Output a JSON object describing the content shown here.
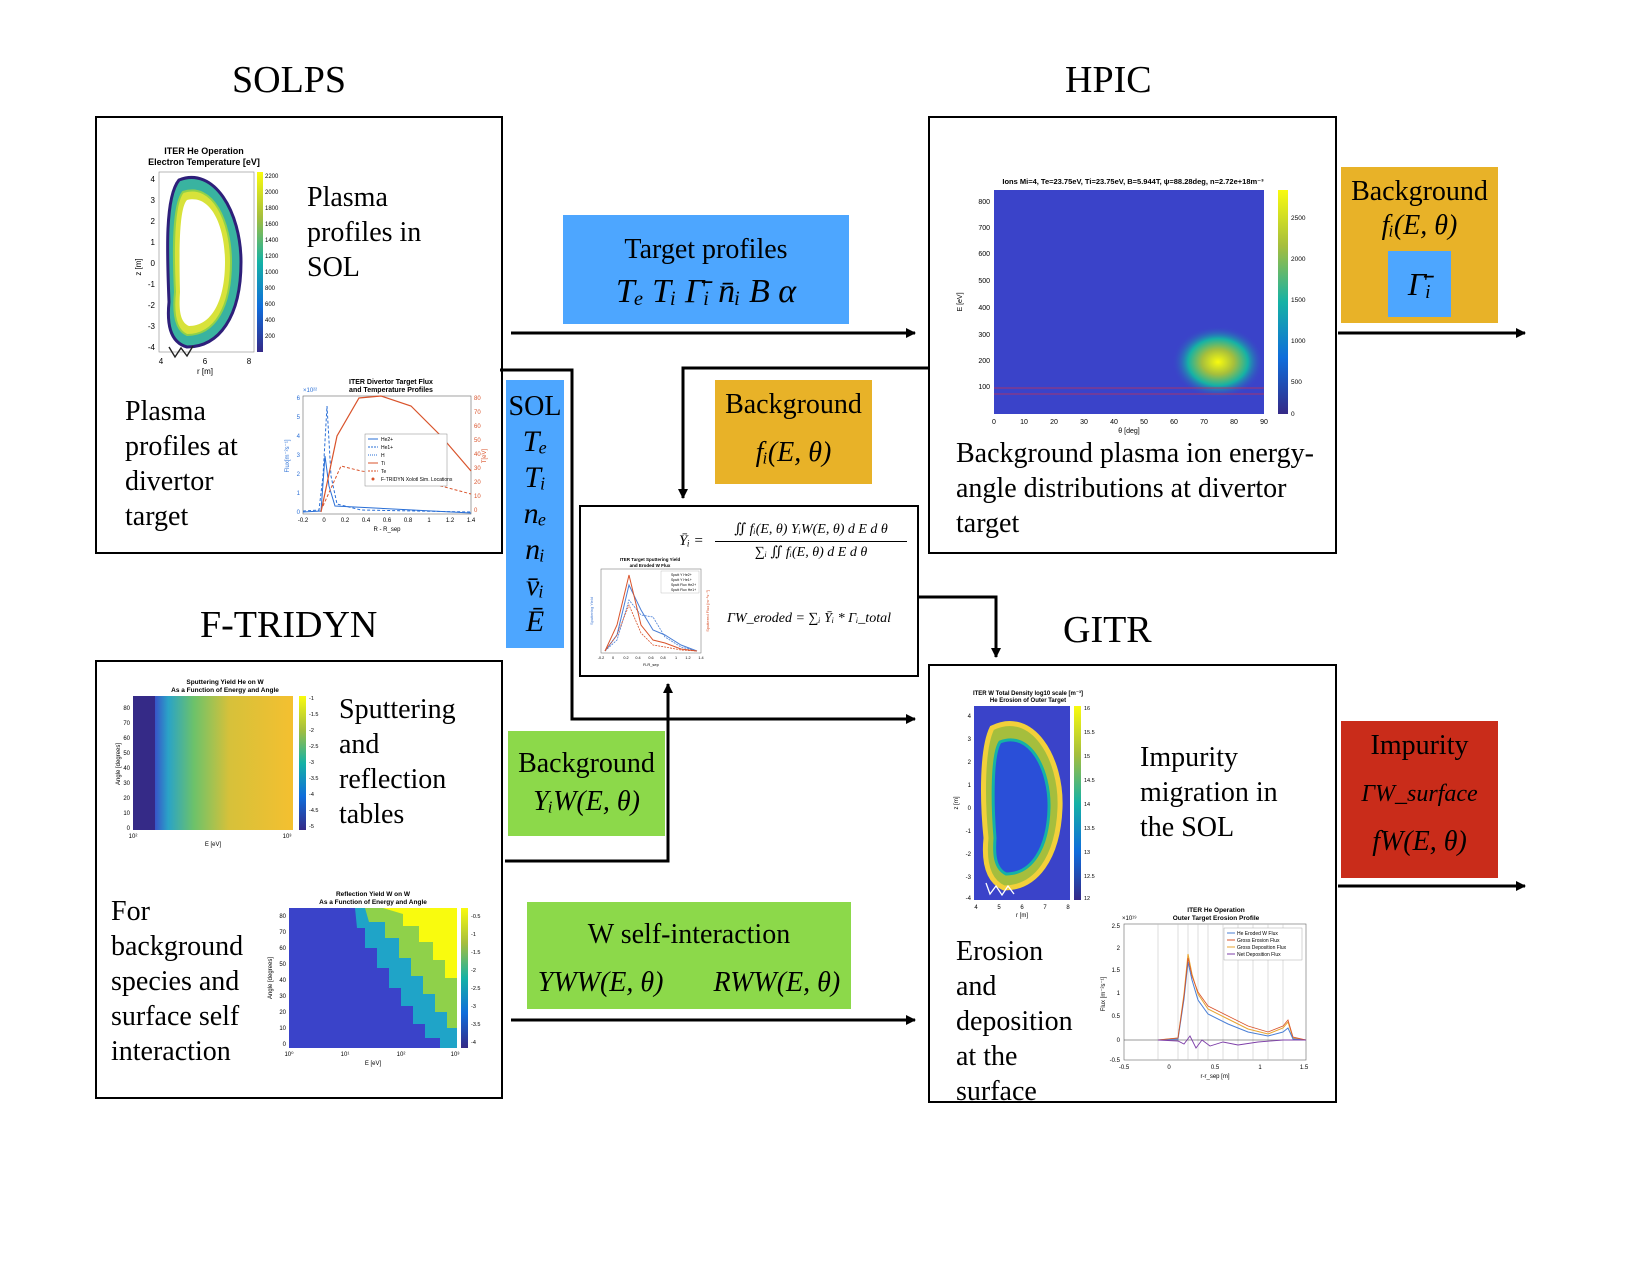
{
  "solps": {
    "title": "SOLPS",
    "text_sol": "Plasma profiles in SOL",
    "text_target": "Plasma profiles at divertor target",
    "plot_temp": {
      "title1": "ITER He Operation",
      "title2": "Electron Temperature [eV]",
      "ylabel": "z [m]",
      "xlabel": "r [m]",
      "yticks": [
        "4",
        "3",
        "2",
        "1",
        "0",
        "-1",
        "-2",
        "-3",
        "-4"
      ],
      "xticks": [
        "4",
        "6",
        "8"
      ],
      "cbar": [
        "2200",
        "2000",
        "1800",
        "1600",
        "1400",
        "1200",
        "1000",
        "800",
        "600",
        "400",
        "200"
      ]
    },
    "plot_flux": {
      "title1": "ITER Divertor Target Flux",
      "title2": "and Temperature Profiles",
      "exponent": "×10²²",
      "ylabel_left": "Flux[m⁻²s⁻¹]",
      "ylabel_right": "T[eV]",
      "xlabel": "R - R_sep",
      "yticks_left": [
        "6",
        "5",
        "4",
        "3",
        "2",
        "1",
        "0"
      ],
      "yticks_right": [
        "80",
        "70",
        "60",
        "50",
        "40",
        "30",
        "20",
        "10",
        "0"
      ],
      "xticks": [
        "-0.2",
        "0",
        "0.2",
        "0.4",
        "0.6",
        "0.8",
        "1",
        "1.2",
        "1.4"
      ],
      "legend": [
        "He2+",
        "He1+",
        "H",
        "Ti",
        "Te",
        "F-TRIDYN Xolotl Sim. Locations"
      ]
    }
  },
  "hpic": {
    "title": "HPIC",
    "text": "Background plasma ion energy-angle distributions at divertor target",
    "plot": {
      "title": "Ions Mi=4, Te=23.75eV, Ti=23.75eV, B=5.944T, ψ=88.28deg, n=2.72e+18m⁻³",
      "ylabel": "E [eV]",
      "xlabel": "θ [deg]",
      "yticks": [
        "800",
        "700",
        "600",
        "500",
        "400",
        "300",
        "200",
        "100"
      ],
      "xticks": [
        "0",
        "10",
        "20",
        "30",
        "40",
        "50",
        "60",
        "70",
        "80",
        "90"
      ],
      "cbar": [
        "2500",
        "2000",
        "1500",
        "1000",
        "500",
        "0"
      ]
    }
  },
  "ftridyn": {
    "title": "F-TRIDYN",
    "text_tables": "Sputtering and reflection tables",
    "text_background": "For background species and surface self interaction",
    "plot_sputter": {
      "title1": "Sputtering Yield He on W",
      "title2": "As a Function of Energy and Angle",
      "ylabel": "Angle [degrees]",
      "xlabel": "E [eV]",
      "yticks": [
        "80",
        "70",
        "60",
        "50",
        "40",
        "30",
        "20",
        "10",
        "0"
      ],
      "xticks": [
        "10²",
        "10³"
      ],
      "cbar": [
        "-1",
        "-1.5",
        "-2",
        "-2.5",
        "-3",
        "-3.5",
        "-4",
        "-4.5",
        "-5"
      ]
    },
    "plot_reflect": {
      "title1": "Reflection Yield W on W",
      "title2": "As a Function of Energy and Angle",
      "ylabel": "Angle [degrees]",
      "xlabel": "E [eV]",
      "yticks": [
        "80",
        "70",
        "60",
        "50",
        "40",
        "30",
        "20",
        "10",
        "0"
      ],
      "xticks": [
        "10⁰",
        "10¹",
        "10²",
        "10³"
      ],
      "cbar": [
        "-0.5",
        "-1",
        "-1.5",
        "-2",
        "-2.5",
        "-3",
        "-3.5",
        "-4"
      ]
    }
  },
  "gitr": {
    "title": "GITR",
    "text_migration": "Impurity migration in the SOL",
    "text_erosion": "Erosion and deposition at the surface",
    "plot_density": {
      "title1": "ITER W Total Density log10 scale [m⁻³]",
      "title2": "He Erosion of Outer Target",
      "ylabel": "z [m]",
      "xlabel": "r [m]",
      "yticks": [
        "4",
        "3",
        "2",
        "1",
        "0",
        "-1",
        "-2",
        "-3",
        "-4"
      ],
      "xticks": [
        "4",
        "5",
        "6",
        "7",
        "8"
      ],
      "cbar": [
        "16",
        "15.5",
        "15",
        "14.5",
        "14",
        "13.5",
        "13",
        "12.5",
        "12"
      ]
    },
    "plot_erosion": {
      "title1": "ITER He Operation",
      "title2": "Outer Target Erosion Profile",
      "exponent": "×10¹⁹",
      "ylabel": "Flux [m⁻²s⁻¹]",
      "xlabel": "r-r_sep [m]",
      "yticks": [
        "2.5",
        "2",
        "1.5",
        "1",
        "0.5",
        "0",
        "-0.5"
      ],
      "xticks": [
        "-0.5",
        "0",
        "0.5",
        "1",
        "1.5"
      ],
      "legend": [
        "He Eroded W Flux",
        "Gross Erosion Flux",
        "Gross Deposition Flux",
        "Net Deposition Flux"
      ]
    }
  },
  "labels": {
    "target_profiles": {
      "title": "Target profiles",
      "vars": "Tₑ  Tᵢ  Γ̄ᵢ  n̄ᵢ  B  α"
    },
    "sol": {
      "title": "SOL",
      "vars": [
        "Tₑ",
        "Tᵢ",
        "nₑ",
        "nᵢ",
        "v̄ᵢ",
        "Ē"
      ]
    },
    "background_mid": {
      "title": "Background",
      "expr": "fᵢ(E, θ)"
    },
    "background_right": {
      "title": "Background",
      "expr": "fᵢ(E, θ)",
      "flux": "Γ̄ᵢ"
    },
    "background_yield": {
      "title": "Background",
      "expr": "YᵢW(E, θ)"
    },
    "self_interaction": {
      "title": "W self-interaction",
      "expr1": "YWW(E, θ)",
      "expr2": "RWW(E, θ)"
    },
    "impurity": {
      "title": "Impurity",
      "expr1": "ΓW_surface",
      "expr2": "fW(E, θ)"
    }
  },
  "formula": {
    "yield_lhs": "Ȳᵢ =",
    "yield_num": "∬ fᵢ(E, θ) YᵢW(E, θ) d E d θ",
    "yield_den": "∑ᵢ ∬ fᵢ(E, θ) d E d θ",
    "eroded": "ΓW_eroded = ∑ᵢ Ȳᵢ * Γᵢ_total",
    "plot": {
      "title1": "ITER Target Sputtering Yield",
      "title2": "and Eroded W Flux",
      "ylabel": "Sputtering Yield",
      "ylabel_right": "Sputtered Flux [m⁻²s⁻¹]",
      "xlabel": "R-R_sep",
      "xticks": [
        "-0.2",
        "0",
        "0.2",
        "0.4",
        "0.6",
        "0.8",
        "1",
        "1.2",
        "1.4"
      ],
      "legend": [
        "Sputt Y He2+",
        "Sputt Y He1+",
        "Sputt Flux He2+",
        "Sputt Flux He1+"
      ]
    }
  }
}
